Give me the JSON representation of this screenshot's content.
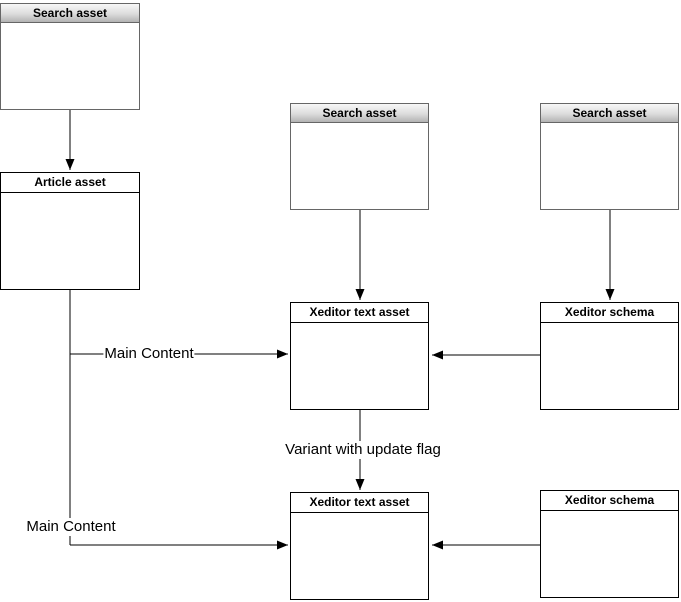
{
  "diagram": {
    "boxes": [
      {
        "id": "search-asset-top-left",
        "title": "Search asset",
        "header_style": "gradient"
      },
      {
        "id": "article-asset",
        "title": "Article asset",
        "header_style": "plain"
      },
      {
        "id": "search-asset-center",
        "title": "Search asset",
        "header_style": "gradient"
      },
      {
        "id": "search-asset-right",
        "title": "Search asset",
        "header_style": "gradient"
      },
      {
        "id": "xeditor-text-asset-mid",
        "title": "Xeditor text asset",
        "header_style": "plain"
      },
      {
        "id": "xeditor-schema-mid",
        "title": "Xeditor schema",
        "header_style": "plain"
      },
      {
        "id": "xeditor-text-asset-bottom",
        "title": "Xeditor text asset",
        "header_style": "plain"
      },
      {
        "id": "xeditor-schema-bottom",
        "title": "Xeditor schema",
        "header_style": "plain"
      }
    ],
    "edge_labels": [
      {
        "id": "main-content-1",
        "text": "Main Content"
      },
      {
        "id": "variant-with-update-flag",
        "text": "Variant with update flag"
      },
      {
        "id": "main-content-2",
        "text": "Main Content"
      }
    ],
    "colors": {
      "canvas_background": "#ffffff",
      "gradient_header_top": "#f7f7f7",
      "gradient_header_bottom": "#b3b3b3",
      "gradient_box_border": "#666666",
      "plain_box_border": "#000000",
      "connector": "#000000",
      "label_text": "#000000"
    }
  }
}
